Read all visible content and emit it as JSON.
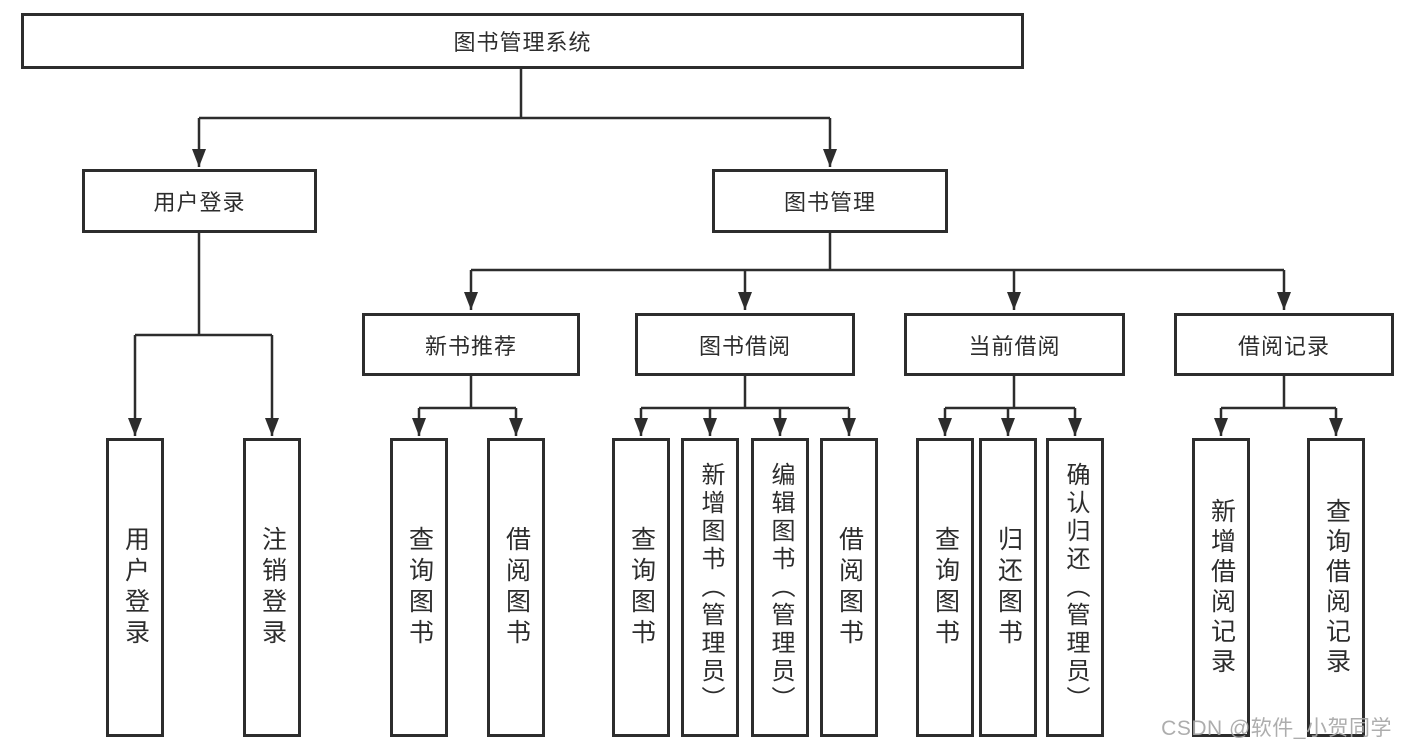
{
  "colors": {
    "line": "#2d2d2d",
    "box_border": "#2d2d2d",
    "text": "#2d2d2d",
    "watermark": "#a7a7a7",
    "background": "#ffffff"
  },
  "diagram": {
    "root": {
      "label": "图书管理系统"
    },
    "branches": [
      {
        "label": "用户登录",
        "children": [
          {
            "label": "用户登录"
          },
          {
            "label": "注销登录"
          }
        ]
      },
      {
        "label": "图书管理",
        "children": [
          {
            "label": "新书推荐",
            "children": [
              {
                "label": "查询图书"
              },
              {
                "label": "借阅图书"
              }
            ]
          },
          {
            "label": "图书借阅",
            "children": [
              {
                "label": "查询图书"
              },
              {
                "label": "新增图书（管理员）"
              },
              {
                "label": "编辑图书（管理员）"
              },
              {
                "label": "借阅图书"
              }
            ]
          },
          {
            "label": "当前借阅",
            "children": [
              {
                "label": "查询图书"
              },
              {
                "label": "归还图书"
              },
              {
                "label": "确认归还（管理员）"
              }
            ]
          },
          {
            "label": "借阅记录",
            "children": [
              {
                "label": "新增借阅记录"
              },
              {
                "label": "查询借阅记录"
              }
            ]
          }
        ]
      }
    ],
    "watermark": "CSDN @软件_小贺同学"
  }
}
